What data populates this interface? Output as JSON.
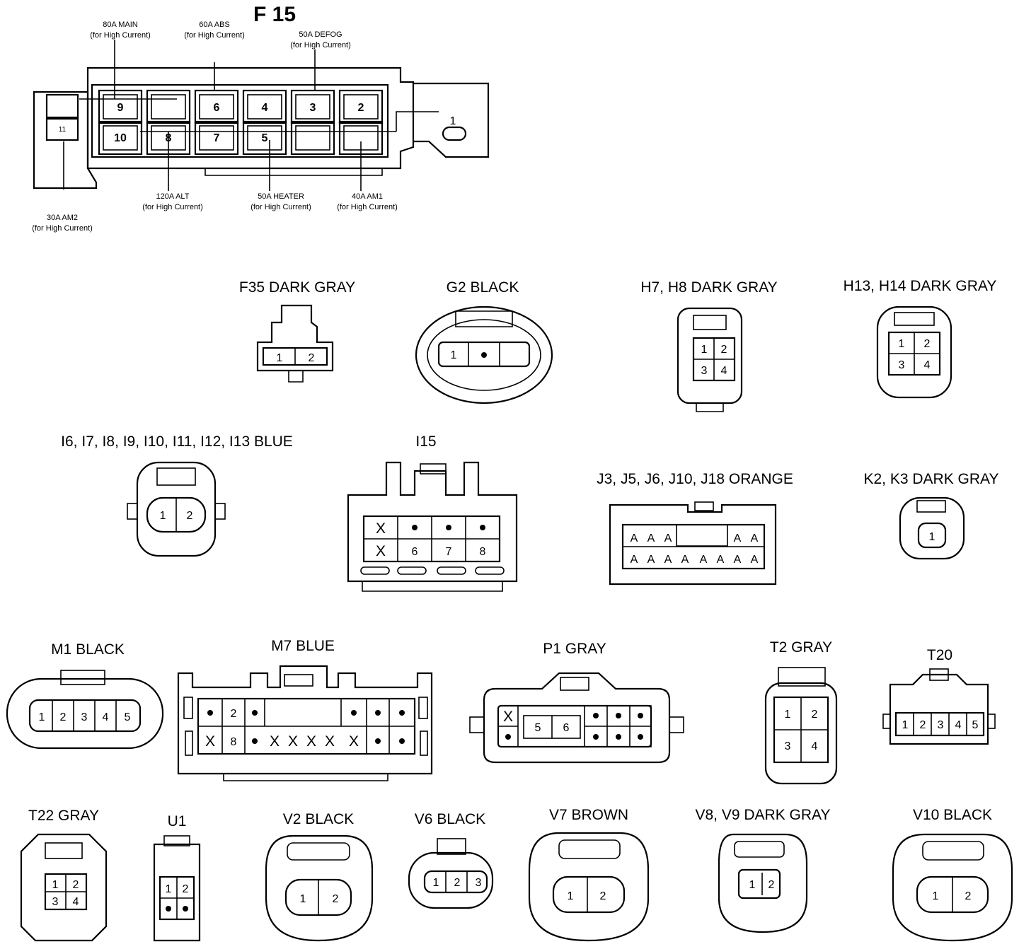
{
  "fuse_block": {
    "title": "F 15",
    "callouts": {
      "main": [
        "80A MAIN",
        "(for High Current)"
      ],
      "abs": [
        "60A ABS",
        "(for High Current)"
      ],
      "defog": [
        "50A DEFOG",
        "(for High Current)"
      ],
      "alt": [
        "120A ALT",
        "(for High Current)"
      ],
      "heater": [
        "50A HEATER",
        "(for High Current)"
      ],
      "am1": [
        "40A AM1",
        "(for High Current)"
      ],
      "am2": [
        "30A AM2",
        "(for High Current)"
      ]
    },
    "slots_top": [
      "9",
      "",
      "6",
      "4",
      "3",
      "2"
    ],
    "slots_bottom": [
      "10",
      "8",
      "7",
      "5",
      "",
      ""
    ],
    "side_slots": [
      "",
      "11"
    ],
    "terminal": "1"
  },
  "connectors": {
    "f35": {
      "label": "F35  DARK GRAY",
      "pins": [
        "1",
        "2"
      ]
    },
    "g2": {
      "label": "G2  BLACK",
      "pins": [
        "1",
        "•",
        ""
      ]
    },
    "h7": {
      "label": "H7, H8  DARK GRAY",
      "pins": [
        "1",
        "2",
        "3",
        "4"
      ]
    },
    "h13": {
      "label": "H13, H14  DARK GRAY",
      "pins": [
        "1",
        "2",
        "3",
        "4"
      ]
    },
    "i6": {
      "label": "I6, I7, I8, I9, I10, I11, I12, I13  BLUE",
      "pins": [
        "1",
        "2"
      ]
    },
    "i15": {
      "label": "I15",
      "pins": [
        "X",
        "•",
        "•",
        "•",
        "X",
        "6",
        "7",
        "8"
      ]
    },
    "j3": {
      "label": "J3, J5, J6, J10, J18  ORANGE",
      "pins_top": [
        "A",
        "A",
        "A",
        "A",
        "A"
      ],
      "pins_bottom": [
        "A",
        "A",
        "A",
        "A",
        "A",
        "A",
        "A",
        "A"
      ]
    },
    "k2": {
      "label": "K2, K3  DARK GRAY",
      "pins": [
        "1"
      ]
    },
    "m1": {
      "label": "M1  BLACK",
      "pins": [
        "1",
        "2",
        "3",
        "4",
        "5"
      ]
    },
    "m7": {
      "label": "M7  BLUE",
      "pins_top": [
        "•",
        "2",
        "•",
        "•",
        "•",
        "•"
      ],
      "pins_bottom": [
        "X",
        "8",
        "•",
        "X",
        "X",
        "X",
        "X",
        "X",
        "•",
        "•"
      ]
    },
    "p1": {
      "label": "P1  GRAY",
      "pins_left": [
        "X",
        "•"
      ],
      "pins_mid": [
        "5",
        "6"
      ],
      "pins_right": [
        "•",
        "•",
        "•",
        "•",
        "•",
        "•"
      ]
    },
    "t2": {
      "label": "T2  GRAY",
      "pins": [
        "1",
        "2",
        "3",
        "4"
      ]
    },
    "t20": {
      "label": "T20",
      "pins": [
        "1",
        "2",
        "3",
        "4",
        "5"
      ]
    },
    "t22": {
      "label": "T22  GRAY",
      "pins": [
        "1",
        "2",
        "3",
        "4"
      ]
    },
    "u1": {
      "label": "U1",
      "pins": [
        "1",
        "2",
        "•",
        "•"
      ]
    },
    "v2": {
      "label": "V2  BLACK",
      "pins": [
        "1",
        "2"
      ]
    },
    "v6": {
      "label": "V6  BLACK",
      "pins": [
        "1",
        "2",
        "3"
      ]
    },
    "v7": {
      "label": "V7  BROWN",
      "pins": [
        "1",
        "2"
      ]
    },
    "v8": {
      "label": "V8, V9  DARK GRAY",
      "pins": [
        "1",
        "2"
      ]
    },
    "v10": {
      "label": "V10  BLACK",
      "pins": [
        "1",
        "2"
      ]
    }
  }
}
